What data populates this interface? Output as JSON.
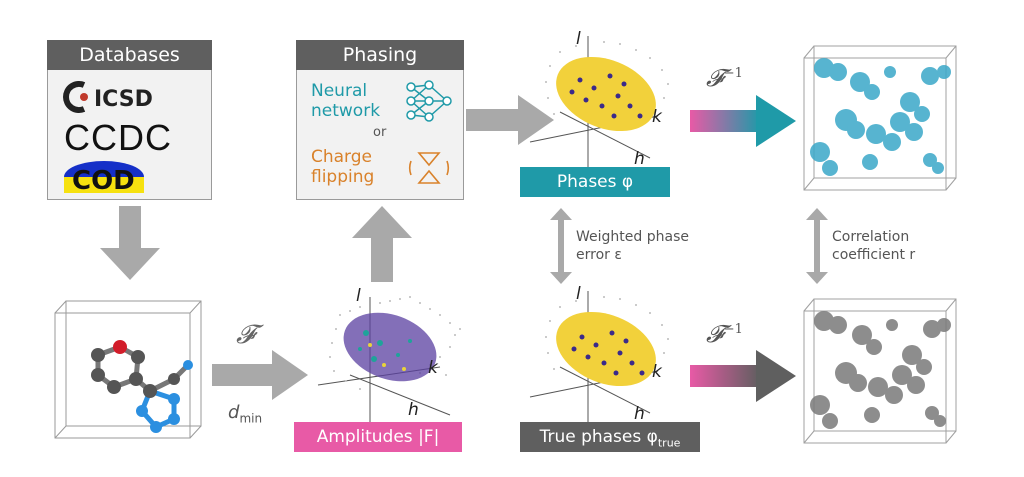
{
  "databases": {
    "title": "Databases",
    "items": [
      "ICSD",
      "CCDC",
      "COD"
    ]
  },
  "phasing": {
    "title": "Phasing",
    "method_a": "Neural network",
    "method_a_line1": "Neural",
    "method_a_line2": "network",
    "or": "or",
    "method_b_line1": "Charge",
    "method_b_line2": "flipping"
  },
  "axes": {
    "l": "l",
    "k": "k",
    "h": "h"
  },
  "transforms": {
    "forward": "𝓕",
    "inverse": "𝓕",
    "inverse_exp": "−1",
    "dmin": "d",
    "dmin_sub": "min"
  },
  "badges": {
    "phases": "Phases φ",
    "amplitudes": "Amplitudes |F|",
    "true_phases": "True phases φ",
    "true_sub": "true"
  },
  "metrics": {
    "phase_error_line1": "Weighted phase",
    "phase_error_line2": "error ε",
    "correlation_line1": "Correlation",
    "correlation_line2": "coefficient r"
  },
  "colors": {
    "teal": "#1f9aa8",
    "orange": "#d9822b",
    "pink": "#e85aa6",
    "gray_dark": "#5f5f5f",
    "arrow_gray": "#a9a9a9",
    "blob_blue": "#3aa8c8",
    "blob_gray": "#7a7a7a"
  }
}
